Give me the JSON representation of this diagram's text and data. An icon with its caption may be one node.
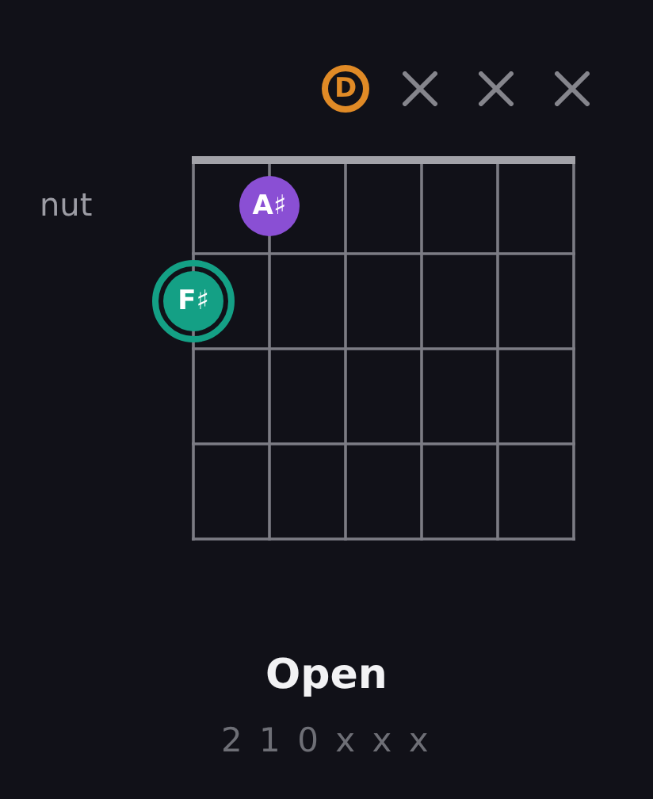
{
  "diagram": {
    "title": "Open",
    "nodes": [
      {
        "text": [
          "D"
        ]
      },
      {
        "text": [],
        "shape": "cross"
      },
      {
        "text": [],
        "shape": "cross"
      },
      {
        "text": [],
        "shape": "cross"
      },
      {
        "text": [
          "A♯"
        ]
      },
      {
        "text": [
          "F♯"
        ]
      }
    ],
    "labels": [
      "nut",
      "2 1 0 x x x"
    ]
  }
}
